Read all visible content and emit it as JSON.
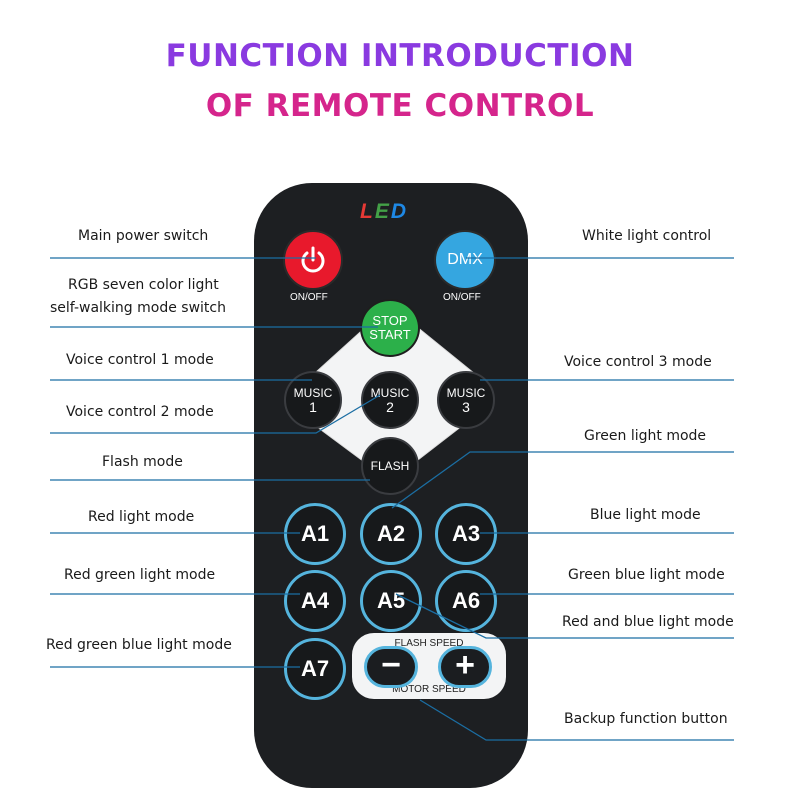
{
  "title": {
    "line1": "FUNCTION INTRODUCTION",
    "line2": "OF REMOTE CONTROL"
  },
  "remote": {
    "brand_letters": [
      {
        "char": "L",
        "color": "#e53935"
      },
      {
        "char": "E",
        "color": "#43a047"
      },
      {
        "char": "D",
        "color": "#1e88e5"
      }
    ],
    "power_icon": "power-icon",
    "power_caption": "ON/OFF",
    "dmx_label": "DMX",
    "dmx_caption": "ON/OFF",
    "stop_start": {
      "line1": "STOP",
      "line2": "START"
    },
    "music1": {
      "line1": "MUSIC",
      "line2": "1"
    },
    "music2": {
      "line1": "MUSIC",
      "line2": "2"
    },
    "music3": {
      "line1": "MUSIC",
      "line2": "3"
    },
    "flash": "FLASH",
    "a_buttons": [
      "A1",
      "A2",
      "A3",
      "A4",
      "A5",
      "A6",
      "A7"
    ],
    "flash_speed": "FLASH SPEED",
    "motor_speed": "MOTOR SPEED",
    "minus": "−",
    "plus": "+",
    "colors": {
      "power": "#e8192c",
      "dmx": "#35a6e0",
      "stop": "#2cb04a",
      "ring": "#55b4dd"
    }
  },
  "labels": {
    "main_power": "Main power switch",
    "rgb_line1": "RGB seven color light",
    "rgb_line2": "self-walking mode switch",
    "voice1": "Voice control 1 mode",
    "voice2": "Voice control 2 mode",
    "flash_mode": "Flash mode",
    "red": "Red light mode",
    "red_green": "Red green light mode",
    "rgb_mode": "Red green blue light mode",
    "white": "White light control",
    "voice3": "Voice control 3 mode",
    "green": "Green light mode",
    "blue": "Blue light mode",
    "green_blue": "Green blue light mode",
    "red_blue": "Red and blue light mode",
    "backup": "Backup function button"
  }
}
